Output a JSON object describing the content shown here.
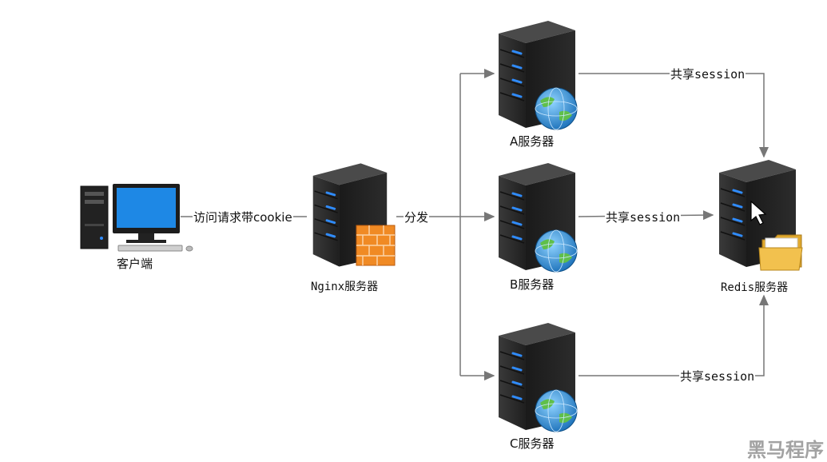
{
  "nodes": {
    "client": {
      "label": "客户端",
      "icon": "desktop-computer-icon"
    },
    "nginx": {
      "label": "Nginx服务器",
      "icon": "server-firewall-icon"
    },
    "server_a": {
      "label": "A服务器",
      "icon": "server-globe-icon"
    },
    "server_b": {
      "label": "B服务器",
      "icon": "server-globe-icon"
    },
    "server_c": {
      "label": "C服务器",
      "icon": "server-globe-icon"
    },
    "redis": {
      "label": "Redis服务器",
      "icon": "server-folder-icon"
    }
  },
  "edges": {
    "client_to_nginx": "访问请求带cookie",
    "nginx_dispatch": "分发",
    "a_to_redis": "共享session",
    "b_to_redis": "共享session",
    "c_to_redis": "共享session"
  },
  "colors": {
    "server_body": "#2b2b2b",
    "server_led": "#2f8cff",
    "arrow": "#777777",
    "monitor_screen": "#1e88e5",
    "firewall": "#f08a24",
    "globe": "#3a9ad9",
    "folder": "#f2c14e"
  },
  "watermark": "黑马程序"
}
